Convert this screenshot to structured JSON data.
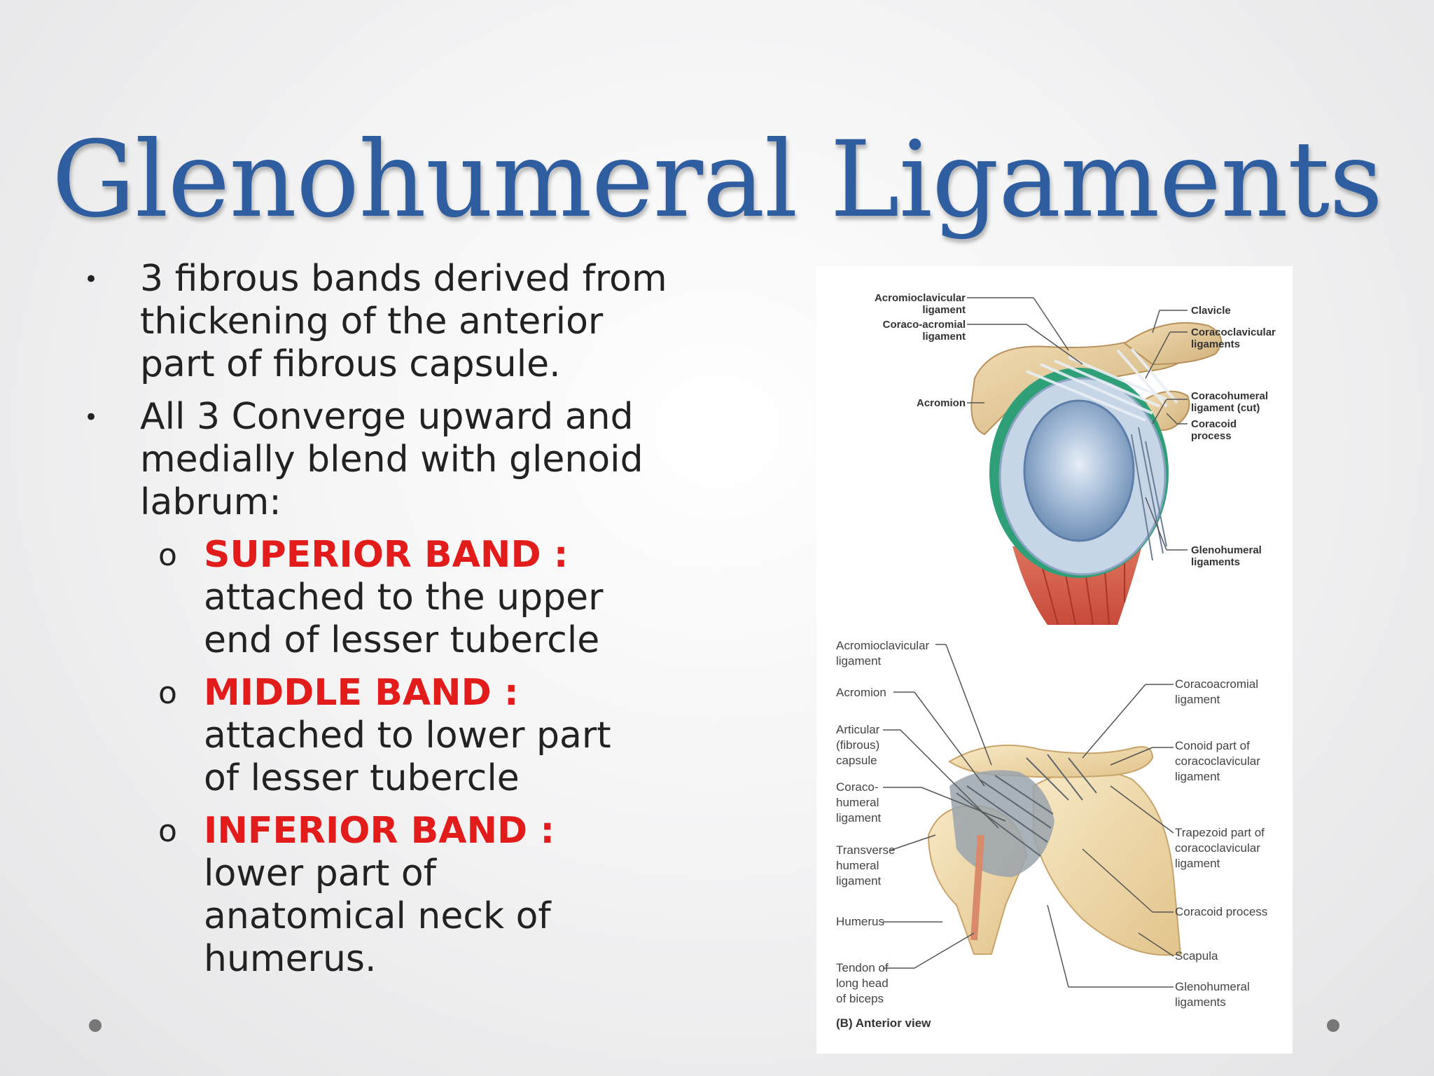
{
  "title": "Glenohumeral Ligaments",
  "bullets": [
    {
      "marker": "•",
      "text": "3 fibrous bands derived from thickening of the anterior part of fibrous capsule."
    },
    {
      "marker": "•",
      "text": "All  3 Converge upward and medially blend with glenoid labrum:"
    }
  ],
  "subbullets": [
    {
      "marker": "o",
      "label": "SUPERIOR BAND :",
      "text": "attached to the upper end of lesser tubercle"
    },
    {
      "marker": "o",
      "label": "MIDDLE BAND :",
      "text": "attached to lower part of lesser tubercle"
    },
    {
      "marker": "o",
      "label": "INFERIOR BAND :",
      "text": " lower part of anatomical neck of humerus."
    }
  ],
  "figure_top": {
    "labels": {
      "acromioclavicular": [
        "Acromioclavicular",
        "ligament"
      ],
      "coraco_acromial": [
        "Coraco-acromial",
        "ligament"
      ],
      "acromion": "Acromion",
      "clavicle": "Clavicle",
      "coracoclavicular": [
        "Coracoclavicular",
        "ligaments"
      ],
      "coracohumeral": [
        "Coracohumeral",
        "ligament (cut)"
      ],
      "coracoid": [
        "Coracoid",
        "process"
      ],
      "glenohumeral": [
        "Glenohumeral",
        "ligaments"
      ]
    }
  },
  "figure_bottom": {
    "labels": {
      "acromioclavicular": [
        "Acromioclavicular",
        "ligament"
      ],
      "acromion": "Acromion",
      "articular": [
        "Articular",
        "(fibrous)",
        "capsule"
      ],
      "coracohumeral": [
        "Coraco-",
        "humeral",
        "ligament"
      ],
      "transverse": [
        "Transverse",
        "humeral",
        "ligament"
      ],
      "humerus": "Humerus",
      "tendon": [
        "Tendon of",
        "long head",
        "of biceps"
      ],
      "caption": "(B) Anterior view",
      "coracoacromial": [
        "Coracoacromial",
        "ligament"
      ],
      "conoid": [
        "Conoid part of",
        "coracoclavicular",
        "ligament"
      ],
      "trapezoid": [
        "Trapezoid part of",
        "coracoclavicular",
        "ligament"
      ],
      "coracoid": "Coracoid process",
      "scapula": "Scapula",
      "glenohumeral": [
        "Glenohumeral",
        "ligaments"
      ]
    }
  },
  "colors": {
    "title": "#2e5da0",
    "band_label": "#e21b1b",
    "text": "#222222"
  },
  "nav": {
    "prev_icon": "dot-icon",
    "next_icon": "dot-icon"
  }
}
